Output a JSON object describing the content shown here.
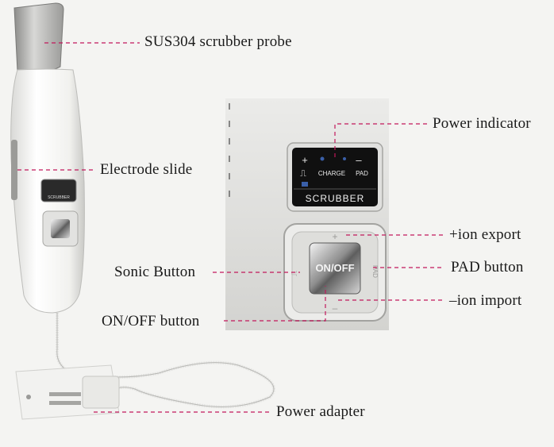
{
  "labels": {
    "probe": "SUS304  scrubber  probe",
    "electrode": "Electrode slide",
    "power_indicator": "Power indicator",
    "ion_export": "+ion export",
    "pad_button": "PAD button",
    "ion_import": "–ion  import",
    "sonic_button": "Sonic  Button",
    "onoff_button": "ON/OFF  button",
    "power_adapter": "Power adapter"
  },
  "device_panel": {
    "plus": "+",
    "minus": "–",
    "wave": "⎍",
    "charge": "CHARGE",
    "pad": "PAD",
    "scrubber": "SCRUBBER",
    "onoff": "ON/OFF"
  },
  "colors": {
    "leader_line": "#c2185b",
    "background": "#f4f4f2",
    "lcd_bg": "#101010",
    "label_text": "#1a1a1a"
  }
}
